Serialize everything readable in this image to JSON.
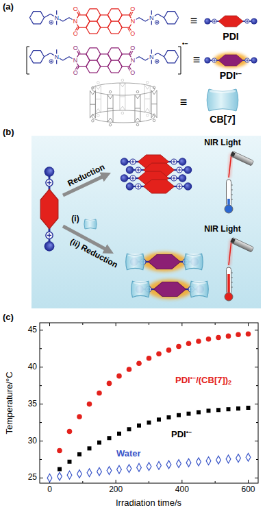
{
  "diagram": {
    "labels": [
      "(a)",
      "N",
      "O",
      "N",
      "O",
      "O",
      "N",
      "O",
      "N",
      "≡",
      "PDI",
      "N",
      "O",
      "N",
      "O",
      "O",
      "N",
      "O",
      "N",
      "•−",
      "≡",
      "PDI•−",
      "≡",
      "CB[7]",
      "(b)",
      "NIR Light",
      "Reduction",
      "(i)",
      "(ii) Reduction",
      "NIR Light",
      "(c)",
      "Temperature/°C",
      "25",
      "30",
      "35",
      "40",
      "45",
      "0",
      "200",
      "400",
      "600",
      "PDI•−/(CB[7])2",
      "PDI•−",
      "Water",
      "Irradiation time/s"
    ]
  }
}
